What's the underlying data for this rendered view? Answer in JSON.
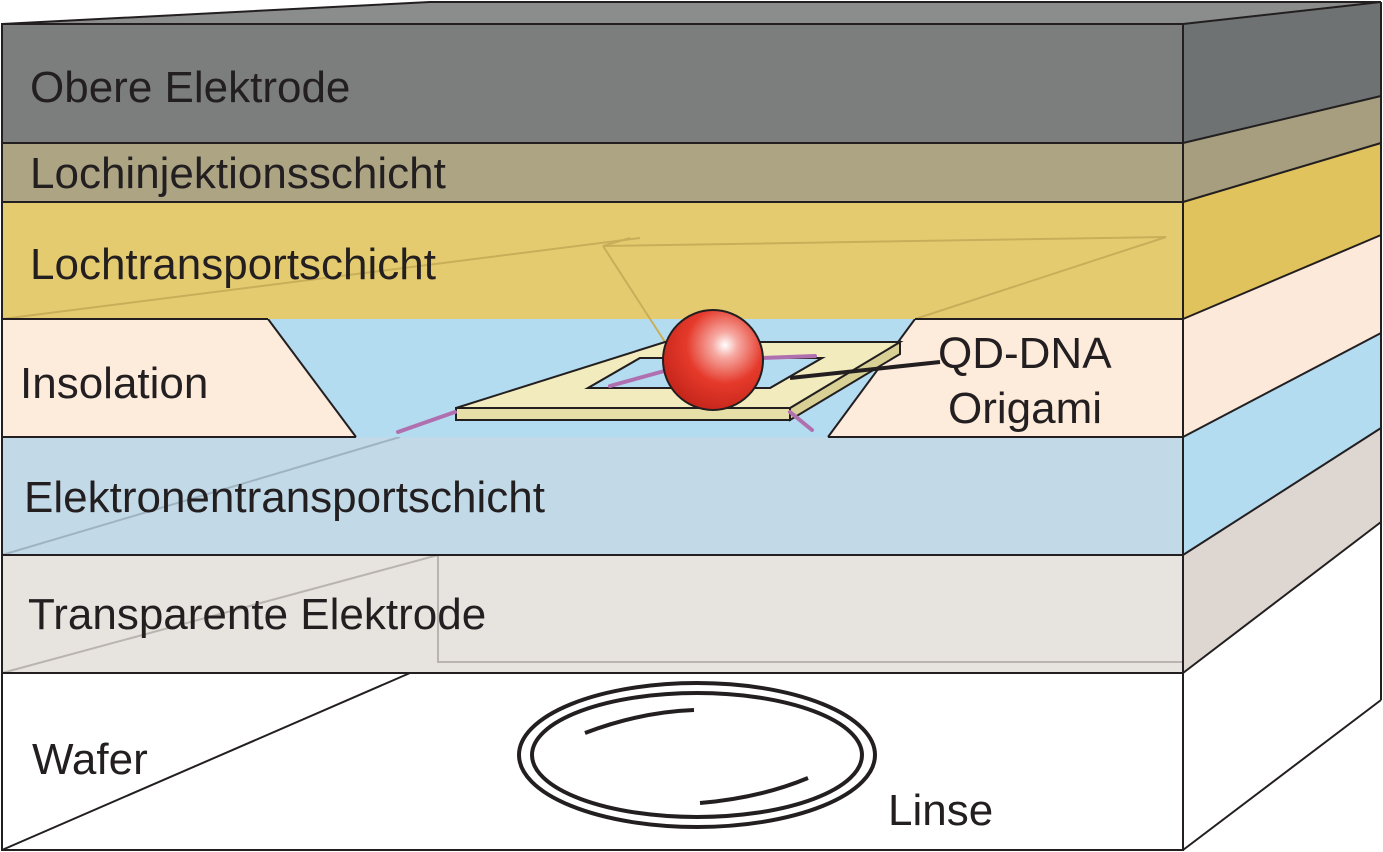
{
  "diagram": {
    "layers": {
      "top_electrode": {
        "label": "Obere Elektrode",
        "color": "#7b7e7d",
        "side_color": "#6e7272"
      },
      "hole_injection": {
        "label": "Lochinjektionsschicht",
        "color": "#aca483",
        "side_color": "#a69e7e"
      },
      "hole_transport": {
        "label": "Lochtransportschicht",
        "color": "#e5cb70",
        "side_color": "#e0c35c"
      },
      "insulation": {
        "label": "Insolation",
        "color": "#fdebdc",
        "side_color": "#fce9da"
      },
      "electron_transport": {
        "label": "Elektronentransportschicht",
        "color": "#c2d9e8",
        "side_color": "#b4dcf0"
      },
      "transparent_electrode": {
        "label": "Transparente Elektrode",
        "color": "#e7e3df",
        "side_color": "#ddd6d1"
      },
      "wafer": {
        "label": "Wafer",
        "color": "#ffffff",
        "side_color": "#ffffff"
      }
    },
    "callouts": {
      "qd_dna_origami": {
        "line1": "QD-DNA",
        "line2": "Origami"
      },
      "lens": {
        "label": "Linse"
      }
    },
    "colors": {
      "outline": "#231f20",
      "quantum_dot": "#e53a2b",
      "origami_frame": "#f1ebbd",
      "dna_strand": "#b070b0"
    }
  }
}
